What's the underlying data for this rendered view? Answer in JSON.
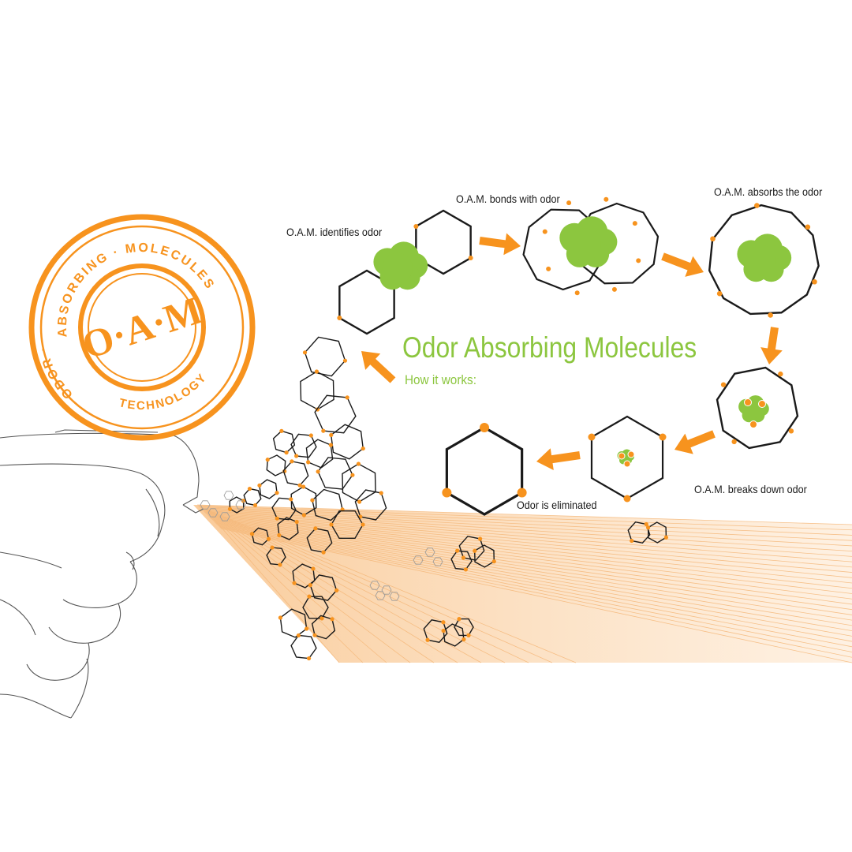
{
  "title": "Odor Absorbing Molecules",
  "subtitle": "How it works:",
  "stamp": {
    "top_arc": "ABSORBING · MOLECULES",
    "left_arc": "ODOR ·",
    "bottom_arc": "TECHNOLOGY",
    "center": "O·A·M"
  },
  "steps": [
    {
      "label": "O.A.M. identifies odor"
    },
    {
      "label": "O.A.M. bonds with odor"
    },
    {
      "label": "O.A.M. absorbs the odor"
    },
    {
      "label": "O.A.M. breaks down odor"
    },
    {
      "label": "Odor is eliminated"
    }
  ],
  "colors": {
    "orange": "#f7931e",
    "green": "#8cc63f",
    "spray": "#fbd3a8",
    "outline": "#1a1a1a"
  }
}
